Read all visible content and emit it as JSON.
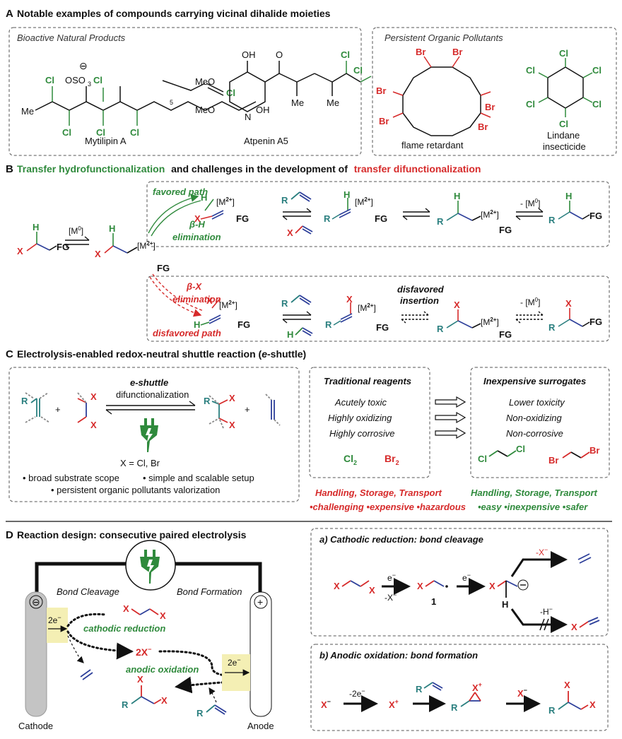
{
  "colors": {
    "green": "#2f8a3c",
    "red": "#d62a2a",
    "teal": "#2a7f7f",
    "blue": "#2d3f9a",
    "black": "#111111",
    "gray": "#9a9a9a"
  },
  "sectionA": {
    "letter": "A",
    "title": "Notable examples of compounds carrying vicinal dihalide moieties",
    "box1_title": "Bioactive Natural Products",
    "box2_title": "Persistent Organic Pollutants",
    "mytilipin": {
      "name": "Mytilipin A",
      "me": "Me",
      "cl": "Cl",
      "oso3": "OSO",
      "sub3": "3",
      "sub5": "5",
      "minus": "⊖"
    },
    "atpenin": {
      "name": "Atpenin A5",
      "oh": "OH",
      "meo": "MeO",
      "o": "O",
      "n": "N",
      "me": "Me",
      "h": "H",
      "cl": "Cl"
    },
    "flame": {
      "name": "flame retardant",
      "br": "Br"
    },
    "lindane": {
      "name1": "Lindane",
      "name2": "insecticide",
      "cl": "Cl"
    }
  },
  "sectionB": {
    "letter": "B",
    "title_green": "Transfer hydrofunctionalization",
    "title_mid": "and challenges in the development of",
    "title_red": "transfer difunctionalization",
    "favored": "favored path",
    "beta_h1": "β-H",
    "beta_h2": "elimination",
    "beta_x1": "β-X",
    "beta_x2": "elimination",
    "disfavored_path": "disfavored path",
    "disfavored1": "disfavored",
    "disfavored2": "insertion",
    "m0": "[M",
    "m0_sup": "0",
    "m0_end": "]",
    "neg_m0": "- [M",
    "m2": "[M",
    "m2_sup": "2+",
    "h": "H",
    "x": "X",
    "r": "R",
    "fg": "FG"
  },
  "sectionC": {
    "letter": "C",
    "title": "Electrolysis-enabled redox-neutral shuttle reaction (",
    "title_it": "e",
    "title_end": "-shuttle)",
    "eshuttle": "e-shuttle",
    "difunc": "difunctionalization",
    "xclbr": "X = Cl, Br",
    "bullets": [
      "• broad substrate scope",
      "• simple and scalable setup",
      "• persistent organic pollutants valorization"
    ],
    "trad_title": "Traditional reagents",
    "trad_items": [
      "Acutely toxic",
      "Highly oxidizing",
      "Highly corrosive"
    ],
    "cl2": "Cl",
    "br2": "Br",
    "sub2": "2",
    "inexp_title": "Inexpensive surrogates",
    "inexp_items": [
      "Lower toxicity",
      "Non-oxidizing",
      "Non-corrosive"
    ],
    "handling": "Handling, Storage, Transport",
    "red_line": "•challenging •expensive •hazardous",
    "green_line": "•easy •inexpensive •safer",
    "cl": "Cl",
    "br": "Br",
    "r": "R",
    "x": "X",
    "plus": "+"
  },
  "sectionD": {
    "letter": "D",
    "title": "Reaction design: consecutive paired electrolysis",
    "bond_cleavage": "Bond Cleavage",
    "bond_formation": "Bond Formation",
    "cathode": "Cathode",
    "anode": "Anode",
    "minus": "⊖",
    "plus": "+",
    "two_e": "2e",
    "cathodic": "cathodic reduction",
    "anodic": "anodic oxidation",
    "two_x": "2X",
    "a_title": "a) Cathodic reduction: bond cleavage",
    "b_title": "b) Anodic oxidation: bond formation",
    "e_minus": "e",
    "neg_x": "-X",
    "neg_h": "-H",
    "one": "1",
    "neg2e": "-2e",
    "x_plus": "X",
    "h": "H",
    "x": "X",
    "r": "R"
  }
}
